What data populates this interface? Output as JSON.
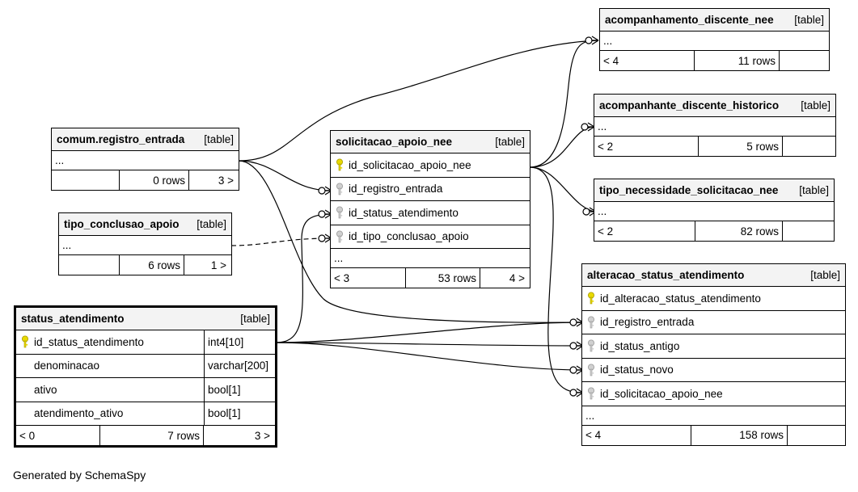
{
  "footer": "Generated by SchemaSpy",
  "tables": {
    "acompanhamento_discente_nee": {
      "name": "acompanhamento_discente_nee",
      "type": "[table]",
      "ellipsis": "...",
      "foot": [
        "< 4",
        "11 rows",
        ""
      ]
    },
    "acompanhante_discente_historico": {
      "name": "acompanhante_discente_historico",
      "type": "[table]",
      "ellipsis": "...",
      "foot": [
        "< 2",
        "5 rows",
        ""
      ]
    },
    "tipo_necessidade_solicitacao_nee": {
      "name": "tipo_necessidade_solicitacao_nee",
      "type": "[table]",
      "ellipsis": "...",
      "foot": [
        "< 2",
        "82 rows",
        ""
      ]
    },
    "comum_registro_entrada": {
      "name": "comum.registro_entrada",
      "type": "[table]",
      "ellipsis": "...",
      "foot": [
        "",
        "0 rows",
        "3 >"
      ]
    },
    "tipo_conclusao_apoio": {
      "name": "tipo_conclusao_apoio",
      "type": "[table]",
      "ellipsis": "...",
      "foot": [
        "",
        "6 rows",
        "1 >"
      ]
    },
    "solicitacao_apoio_nee": {
      "name": "solicitacao_apoio_nee",
      "type": "[table]",
      "columns": [
        {
          "name": "id_solicitacao_apoio_nee",
          "key": "primary"
        },
        {
          "name": "id_registro_entrada",
          "key": "foreign"
        },
        {
          "name": "id_status_atendimento",
          "key": "foreign"
        },
        {
          "name": "id_tipo_conclusao_apoio",
          "key": "foreign"
        }
      ],
      "ellipsis": "...",
      "foot": [
        "< 3",
        "53 rows",
        "4 >"
      ]
    },
    "status_atendimento": {
      "name": "status_atendimento",
      "type": "[table]",
      "columns": [
        {
          "name": "id_status_atendimento",
          "key": "primary",
          "datatype": "int4[10]"
        },
        {
          "name": "denominacao",
          "key": "none",
          "datatype": "varchar[200]"
        },
        {
          "name": "ativo",
          "key": "none",
          "datatype": "bool[1]"
        },
        {
          "name": "atendimento_ativo",
          "key": "none",
          "datatype": "bool[1]"
        }
      ],
      "foot": [
        "< 0",
        "7 rows",
        "3 >"
      ]
    },
    "alteracao_status_atendimento": {
      "name": "alteracao_status_atendimento",
      "type": "[table]",
      "columns": [
        {
          "name": "id_alteracao_status_atendimento",
          "key": "primary"
        },
        {
          "name": "id_registro_entrada",
          "key": "foreign"
        },
        {
          "name": "id_status_antigo",
          "key": "foreign"
        },
        {
          "name": "id_status_novo",
          "key": "foreign"
        },
        {
          "name": "id_solicitacao_apoio_nee",
          "key": "foreign"
        }
      ],
      "ellipsis": "...",
      "foot": [
        "< 4",
        "158 rows",
        ""
      ]
    }
  },
  "colors": {
    "primary_key": "#e8d900",
    "foreign_key": "#b5b5b5",
    "header_bg": "#f3f3f3"
  }
}
